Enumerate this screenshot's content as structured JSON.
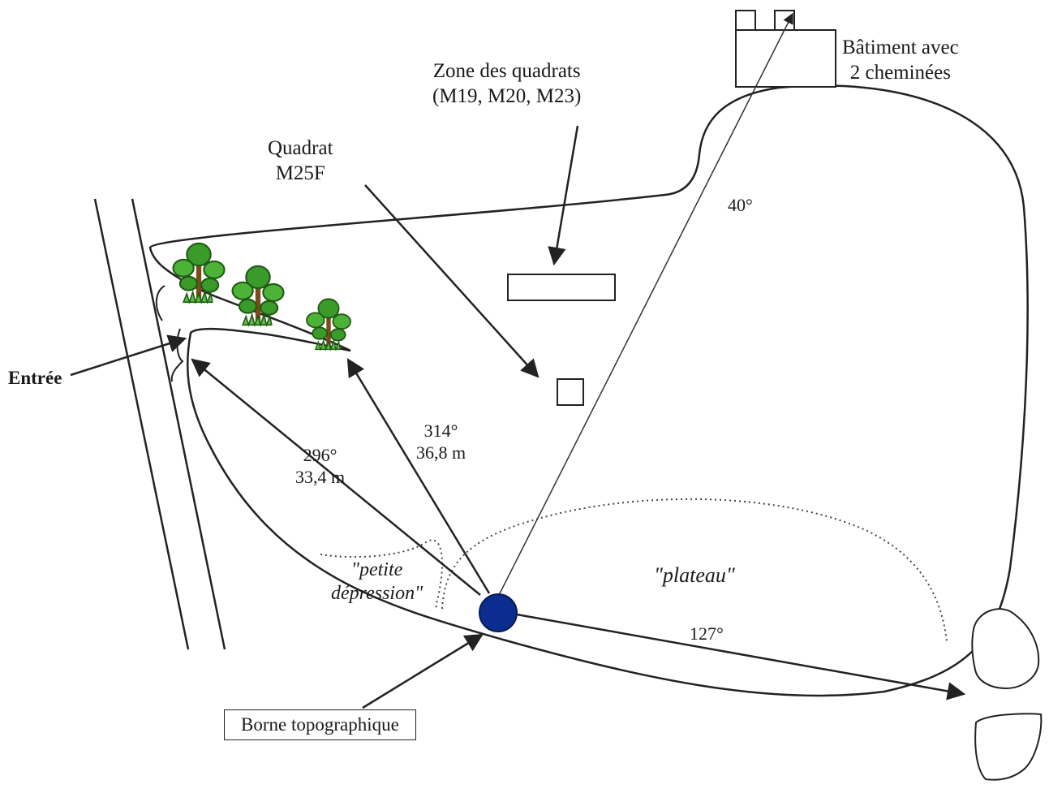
{
  "labels": {
    "building": "Bâtiment avec\n2 cheminées",
    "quadrat_zone": "Zone des quadrats\n(M19, M20, M23)",
    "quadrat_m25f": "Quadrat\nM25F",
    "angle_40": "40°",
    "entree": "Entrée",
    "bearing_296": "296°\n33,4 m",
    "bearing_314": "314°\n36,8 m",
    "petite_depression": "\"petite\ndépression\"",
    "plateau": "\"plateau\"",
    "angle_127": "127°",
    "borne": "Borne topographique"
  },
  "colors": {
    "line": "#222222",
    "marker": "#0a2d8f",
    "tree_green": "#3a9a2a",
    "trunk": "#7a4a1a"
  }
}
